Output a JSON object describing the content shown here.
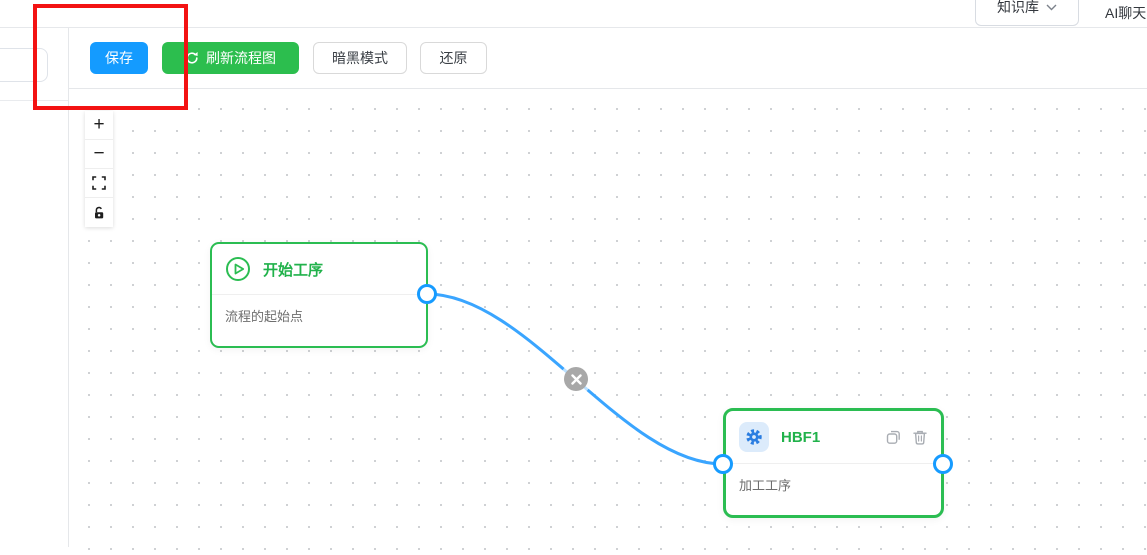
{
  "topbar": {
    "knowledge_base_label": "知识库",
    "ai_chat_label": "AI聊天"
  },
  "toolbar": {
    "save_label": "保存",
    "refresh_label": "刷新流程图",
    "dark_mode_label": "暗黑模式",
    "restore_label": "还原"
  },
  "zoom_controls": {
    "zoom_in_label": "+",
    "zoom_out_label": "−",
    "fit_view_icon": "fit-view-icon",
    "lock_icon": "unlock-icon"
  },
  "canvas": {
    "nodes": [
      {
        "title": "开始工序",
        "subtitle": "流程的起始点",
        "icon": "play-circle-icon"
      },
      {
        "title": "HBF1",
        "subtitle": "加工工序",
        "icon": "gear-icon",
        "actions": [
          "copy",
          "delete"
        ]
      }
    ],
    "edge": {
      "from": "开始工序",
      "to": "HBF1",
      "delete_icon": "close-icon"
    }
  },
  "colors": {
    "primary_blue": "#149bff",
    "success_green": "#2cbe4e",
    "node_border_green": "#2bbd52",
    "edge_blue": "#3aa5ff",
    "handle_blue": "#169bff",
    "annotation_red": "#f31212"
  }
}
